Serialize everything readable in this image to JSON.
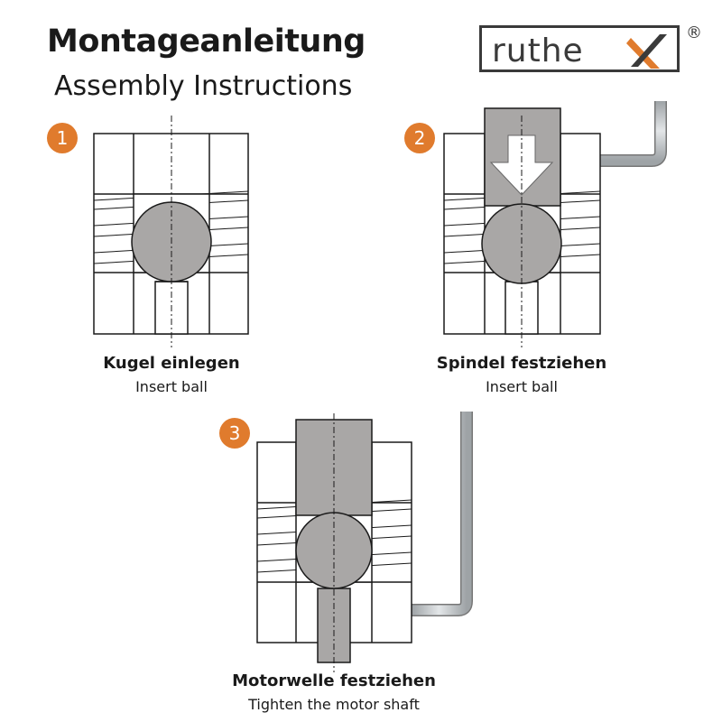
{
  "header": {
    "title": "Montageanleitung",
    "subtitle": "Assembly Instructions",
    "brand": "ruthex",
    "registered_mark": "®"
  },
  "colors": {
    "accent": "#e07b2d",
    "part_fill": "#a9a7a6",
    "line": "#1a1a1a",
    "key_steel": "#b8bcbe"
  },
  "steps": [
    {
      "number": "1",
      "title": "Kugel einlegen",
      "subtitle": "Insert ball"
    },
    {
      "number": "2",
      "title": "Spindel festziehen",
      "subtitle": "Insert ball"
    },
    {
      "number": "3",
      "title": "Motorwelle festziehen",
      "subtitle": "Tighten the motor shaft"
    }
  ]
}
